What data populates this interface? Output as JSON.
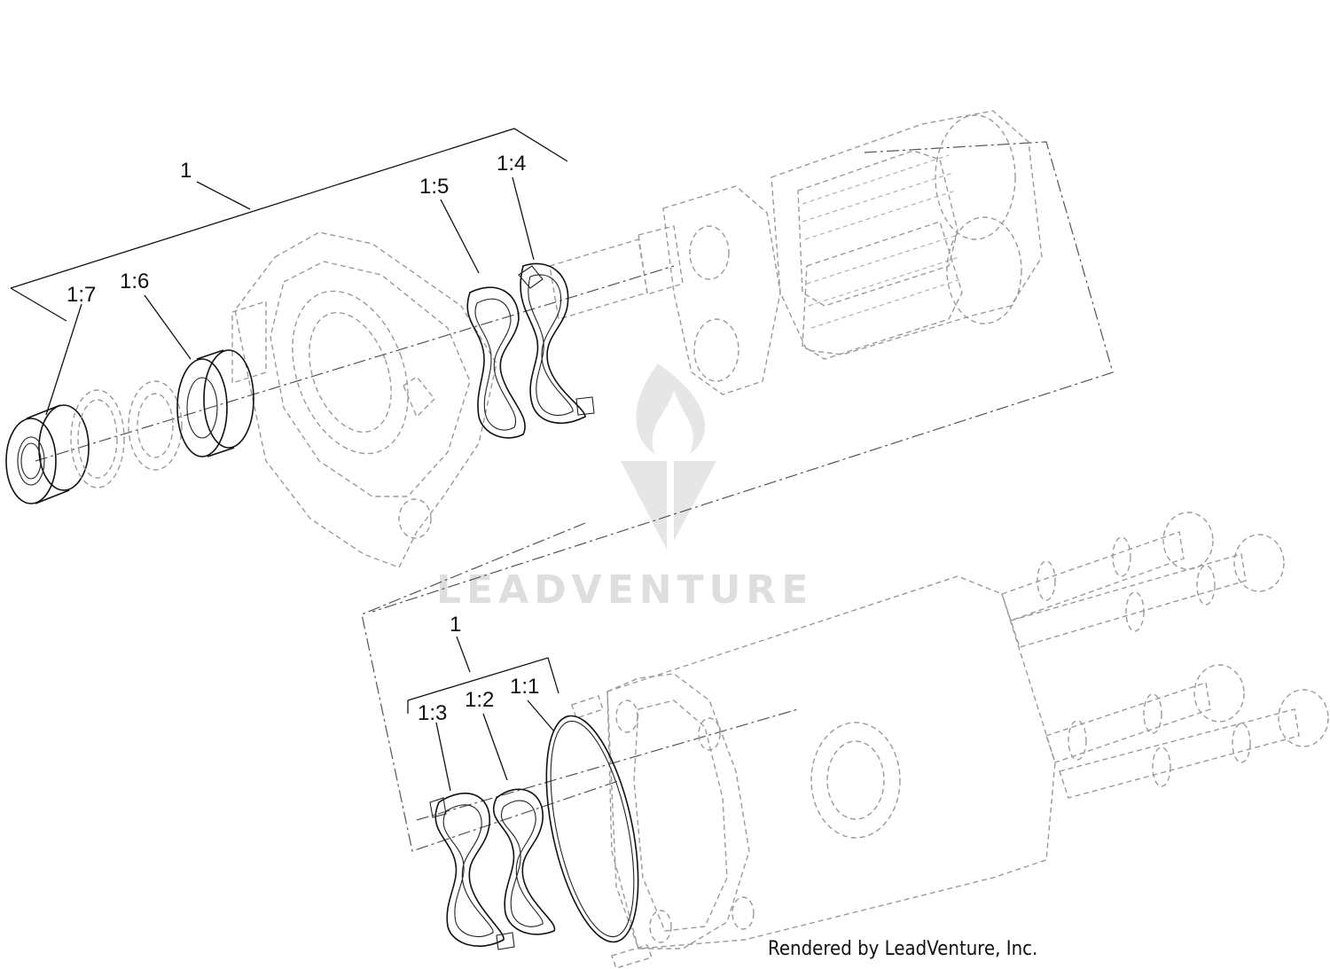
{
  "callouts": {
    "assembly_top": "1",
    "part_1_7": "1:7",
    "part_1_6": "1:6",
    "part_1_5": "1:5",
    "part_1_4": "1:4",
    "assembly_bottom": "1",
    "part_1_3": "1:3",
    "part_1_2": "1:2",
    "part_1_1": "1:1"
  },
  "watermark": {
    "brand": "LEADVENTURE"
  },
  "credit": "Rendered by LeadVenture, Inc."
}
